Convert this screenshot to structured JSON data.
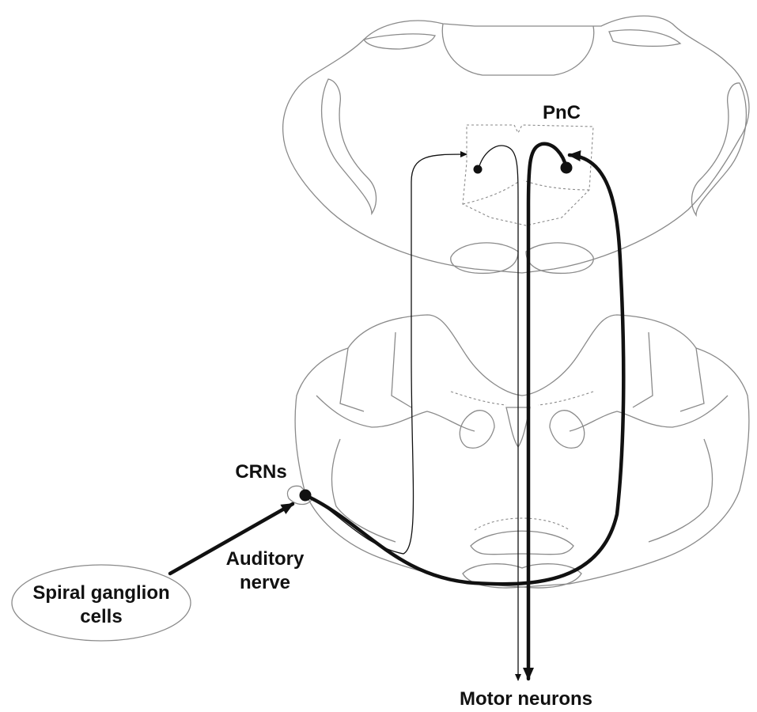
{
  "labels": {
    "pnc": "PnC",
    "crns": "CRNs",
    "auditory_nerve": "Auditory\nnerve",
    "spiral_ganglion": "Spiral ganglion\ncells",
    "motor_neurons": "Motor neurons"
  },
  "colors": {
    "outline": "#8a8a8a",
    "pathway": "#111111",
    "background": "#ffffff"
  }
}
